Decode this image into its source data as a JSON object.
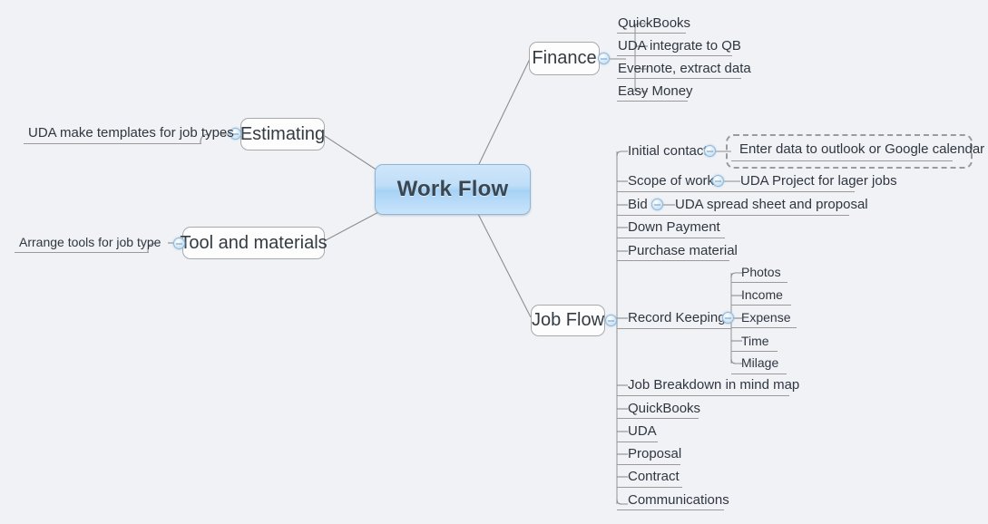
{
  "app": {
    "type": "mind-map",
    "background_color": "#f1f2f6",
    "accent_color": "#a7d2f5"
  },
  "root": {
    "label": "Work Flow"
  },
  "branches": [
    {
      "label": "Finance",
      "handle": "collapse-handle",
      "children": [
        {
          "label": "QuickBooks"
        },
        {
          "label": "UDA integrate to QB"
        },
        {
          "label": "Evernote, extract data"
        },
        {
          "label": "Easy Money"
        }
      ]
    },
    {
      "label": "Estimating",
      "handle": "collapse-handle",
      "children": [
        {
          "label": "UDA make templates for job types"
        }
      ]
    },
    {
      "label": "Tool and materials",
      "handle": "collapse-handle",
      "children": [
        {
          "label": "Arrange tools for job type"
        }
      ]
    },
    {
      "label": "Job Flow",
      "handle": "collapse-handle",
      "children": [
        {
          "label": "Initial contact",
          "handle": "collapse-handle",
          "children": [
            {
              "label": "Enter data to outlook or Google calendar",
              "selected": true
            }
          ]
        },
        {
          "label": "Scope of work",
          "handle": "collapse-handle",
          "children": [
            {
              "label": "UDA Project for lager jobs"
            }
          ]
        },
        {
          "label": "Bid",
          "handle": "collapse-handle",
          "children": [
            {
              "label": "UDA spread sheet and proposal"
            }
          ]
        },
        {
          "label": "Down Payment"
        },
        {
          "label": "Purchase material"
        },
        {
          "label": "Record Keeping",
          "handle": "collapse-handle",
          "children": [
            {
              "label": "Photos"
            },
            {
              "label": "Income"
            },
            {
              "label": "Expense"
            },
            {
              "label": "Time"
            },
            {
              "label": "Milage"
            }
          ]
        },
        {
          "label": "Job Breakdown in mind map"
        },
        {
          "label": "QuickBooks"
        },
        {
          "label": "UDA"
        },
        {
          "label": "Proposal"
        },
        {
          "label": "Contract"
        },
        {
          "label": "Communications"
        }
      ]
    }
  ],
  "nodes": {
    "root": "Work Flow",
    "finance": "Finance",
    "finance_quickbooks": "QuickBooks",
    "finance_uda_qb": "UDA integrate to QB",
    "finance_evernote": "Evernote, extract data",
    "finance_easy_money": "Easy Money",
    "estimating": "Estimating",
    "estimating_child": "UDA make templates for job types",
    "tools": "Tool and materials",
    "tools_child": "Arrange tools for job type",
    "jobflow": "Job Flow",
    "jf_initial_contact": "Initial contact",
    "jf_initial_contact_child": "Enter data to outlook or Google calendar",
    "jf_scope": "Scope of work",
    "jf_scope_child": "UDA Project for lager jobs",
    "jf_bid": "Bid",
    "jf_bid_child": "UDA spread sheet and proposal",
    "jf_down_payment": "Down Payment",
    "jf_purchase_material": "Purchase material",
    "jf_record_keeping": "Record Keeping",
    "rk_photos": "Photos",
    "rk_income": "Income",
    "rk_expense": "Expense",
    "rk_time": "Time",
    "rk_milage": "Milage",
    "jf_breakdown": "Job Breakdown in mind map",
    "jf_quickbooks": "QuickBooks",
    "jf_uda": "UDA",
    "jf_proposal": "Proposal",
    "jf_contract": "Contract",
    "jf_communications": "Communications"
  }
}
